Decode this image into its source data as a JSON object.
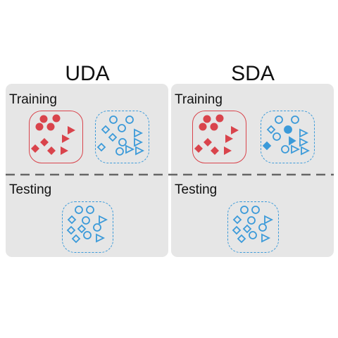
{
  "columns": [
    {
      "title": "UDA",
      "training_label": "Training",
      "testing_label": "Testing"
    },
    {
      "title": "SDA",
      "training_label": "Training",
      "testing_label": "Testing"
    }
  ],
  "colors": {
    "source": "#d9444c",
    "target": "#3b9ad9",
    "panel": "#e6e6e6",
    "divider": "#666666"
  }
}
